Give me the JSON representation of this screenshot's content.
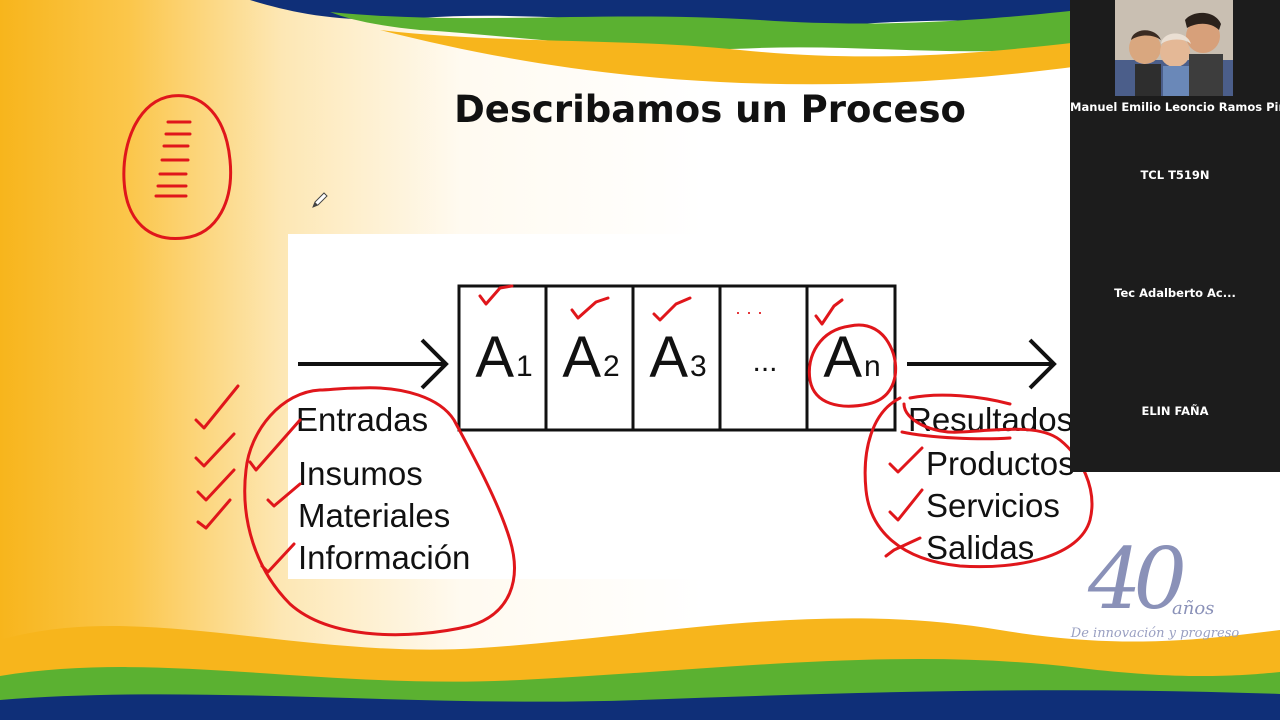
{
  "slide": {
    "title": "Describamos un Proceso",
    "activities": [
      {
        "letter": "A",
        "sub": "1"
      },
      {
        "letter": "A",
        "sub": "2"
      },
      {
        "letter": "A",
        "sub": "3"
      },
      {
        "letter": "...",
        "sub": ""
      },
      {
        "letter": "A",
        "sub": "n"
      }
    ],
    "inputs_heading": "Entradas",
    "inputs": [
      "Insumos",
      "Materiales",
      "Información"
    ],
    "outputs_heading": "Resultados",
    "outputs": [
      "Productos",
      "Servicios",
      "Salidas"
    ],
    "annotation_dots": "· · ·",
    "logo": {
      "number": "40",
      "years": "años",
      "tagline": "De innovación y progreso"
    }
  },
  "participants": [
    {
      "name": "Manuel Emilio Leoncio Ramos Piña",
      "video": true
    },
    {
      "name": "TCL T519N",
      "video": false
    },
    {
      "name": "Tec Adalberto Ac...",
      "video": false
    },
    {
      "name": "ELIN FAÑA",
      "video": false
    }
  ],
  "colors": {
    "ink_red": "#e0161b",
    "slide_yellow": "#f7b51c",
    "slide_green": "#5bb131",
    "slide_blue": "#0f2f78",
    "panel_dark": "#1c1c1c"
  },
  "icons": {
    "pencil": "pencil-cursor-icon"
  }
}
